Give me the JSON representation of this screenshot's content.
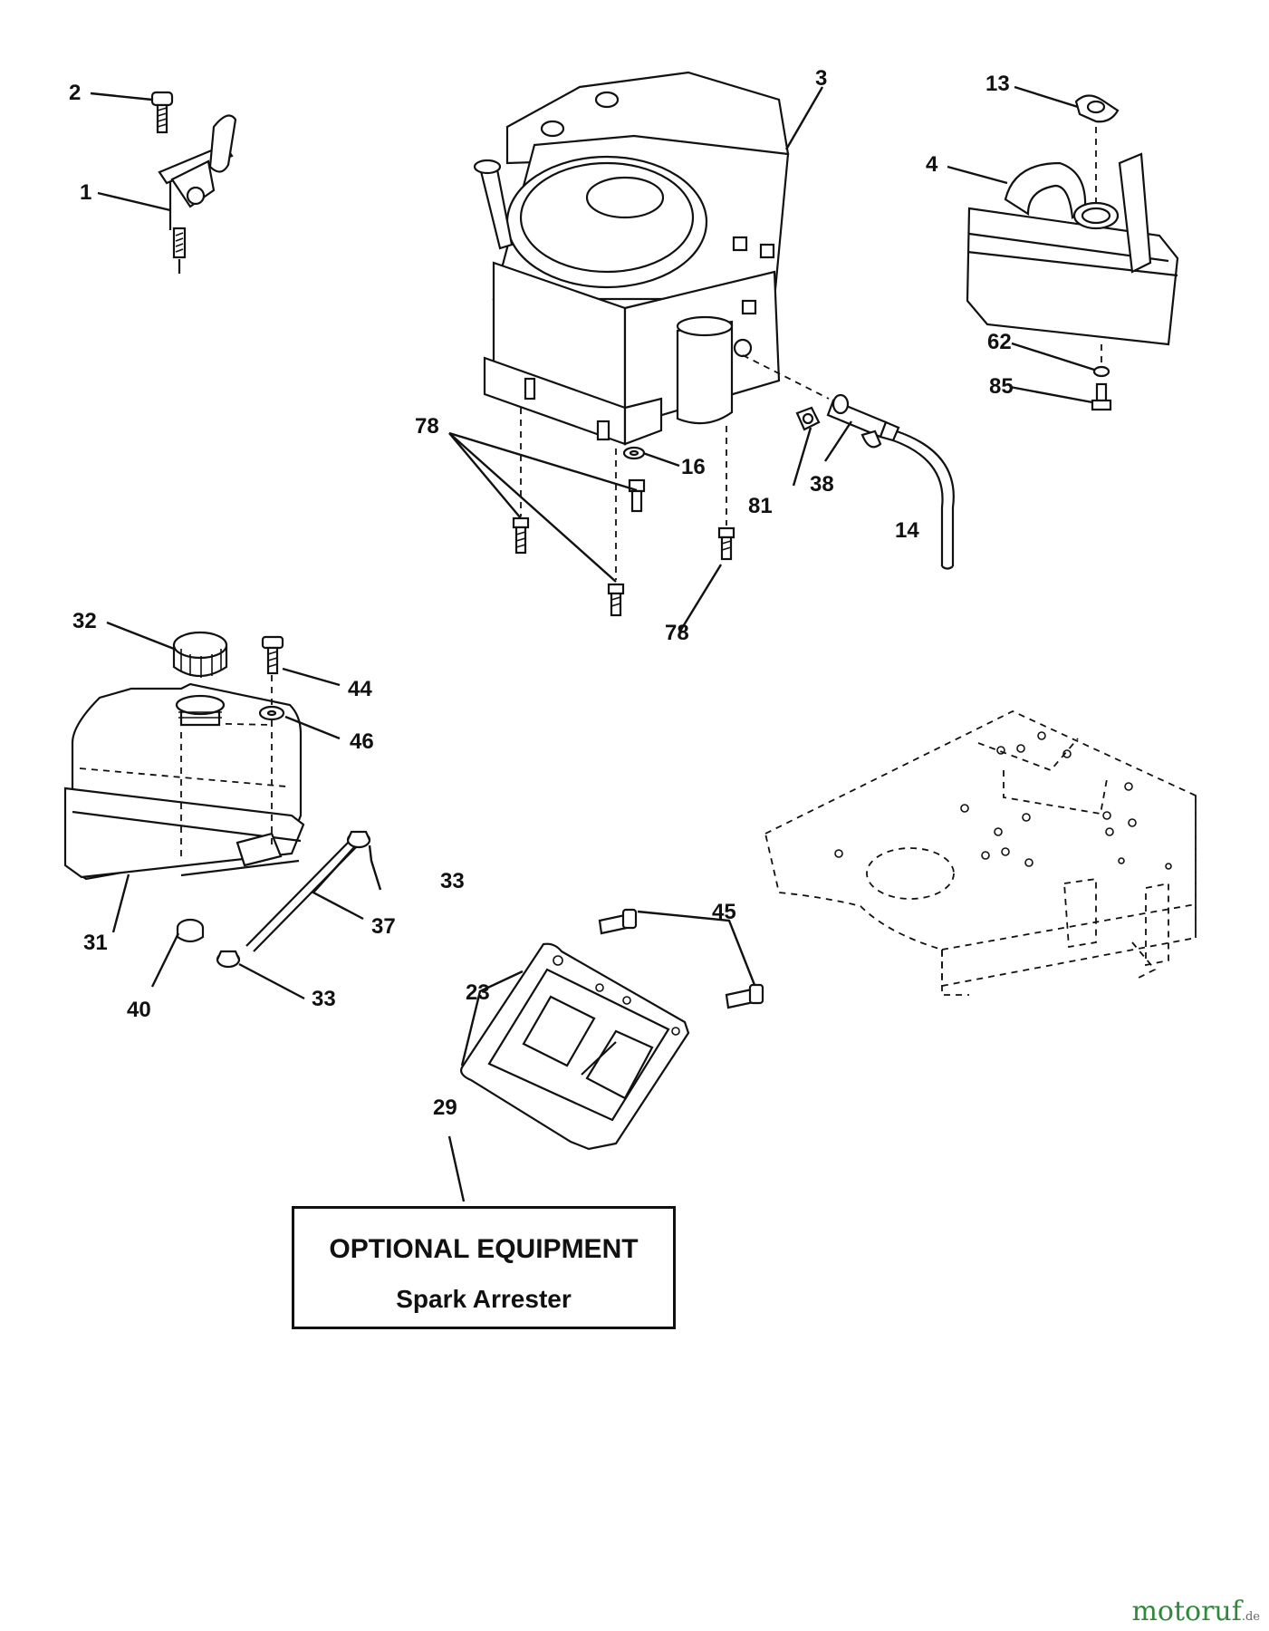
{
  "callouts": {
    "c1": "1",
    "c2": "2",
    "c3": "3",
    "c4": "4",
    "c13": "13",
    "c14": "14",
    "c16": "16",
    "c23": "23",
    "c29": "29",
    "c31": "31",
    "c32": "32",
    "c33a": "33",
    "c33b": "33",
    "c37": "37",
    "c38": "38",
    "c40": "40",
    "c44": "44",
    "c45": "45",
    "c46": "46",
    "c62": "62",
    "c78a": "78",
    "c78b": "78",
    "c81": "81",
    "c85": "85"
  },
  "optional_box": {
    "title": "OPTIONAL EQUIPMENT",
    "subtitle": "Spark Arrester"
  },
  "watermark": {
    "brand": "motoruf",
    "tld": ".de"
  },
  "colors": {
    "line": "#111111",
    "watermark": "#2e8a3a"
  }
}
